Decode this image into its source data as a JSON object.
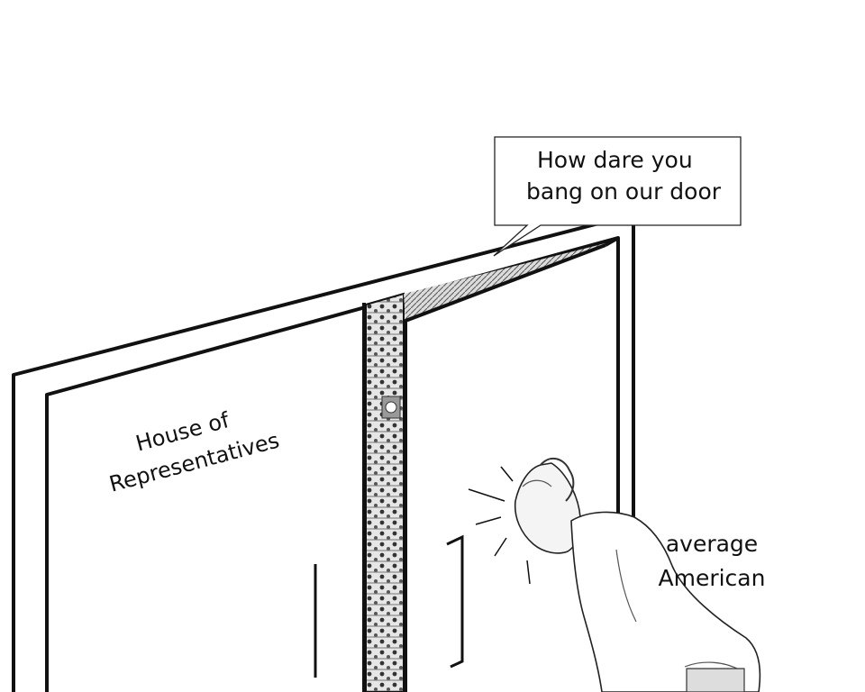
{
  "speech_bubble": {
    "line1": "How dare you",
    "line2": "bang on our door"
  },
  "door_label": {
    "line1": "House of",
    "line2": "Representatives"
  },
  "person_label": {
    "line1": "average",
    "line2": "American"
  },
  "colors": {
    "ink": "#111111",
    "paper": "#ffffff",
    "interior": "#8a8a8a"
  }
}
